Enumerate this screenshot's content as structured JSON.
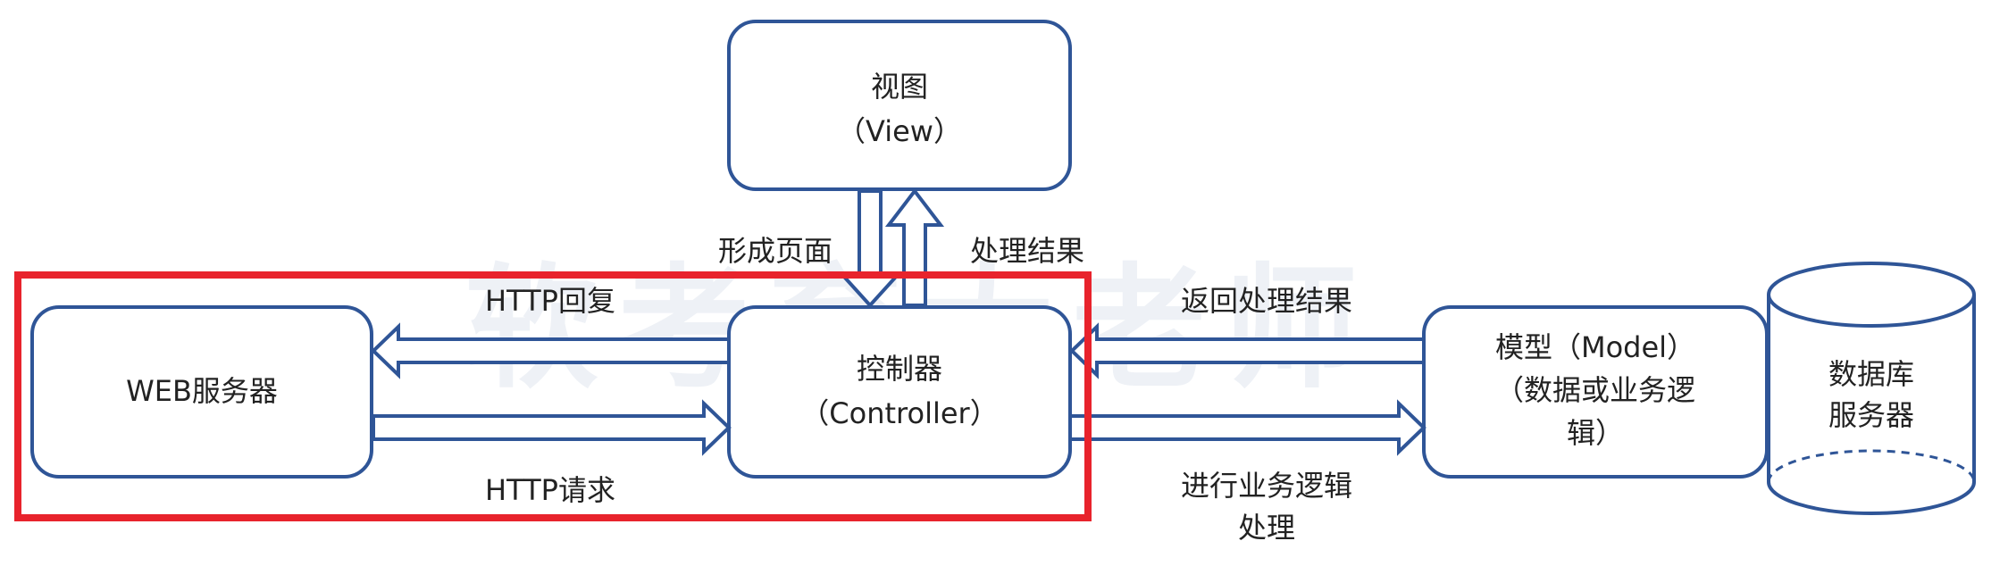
{
  "nodes": {
    "view": {
      "line1": "视图",
      "line2": "（View）"
    },
    "web_server": {
      "label": "WEB服务器"
    },
    "controller": {
      "line1": "控制器",
      "line2": "（Controller）"
    },
    "model": {
      "line1": "模型（Model）",
      "line2": "（数据或业务逻",
      "line3": "辑）"
    },
    "database": {
      "line1": "数据库",
      "line2": "服务器"
    }
  },
  "edges": {
    "http_reply": "HTTP回复",
    "http_request": "HTTP请求",
    "form_page": "形成页面",
    "process_result": "处理结果",
    "return_result": "返回处理结果",
    "business_logic_line1": "进行业务逻辑",
    "business_logic_line2": "处理"
  },
  "watermark": "软考育大老师",
  "colors": {
    "stroke": "#2f5597",
    "highlight": "#e8232c",
    "watermark": "#eef1f6"
  }
}
